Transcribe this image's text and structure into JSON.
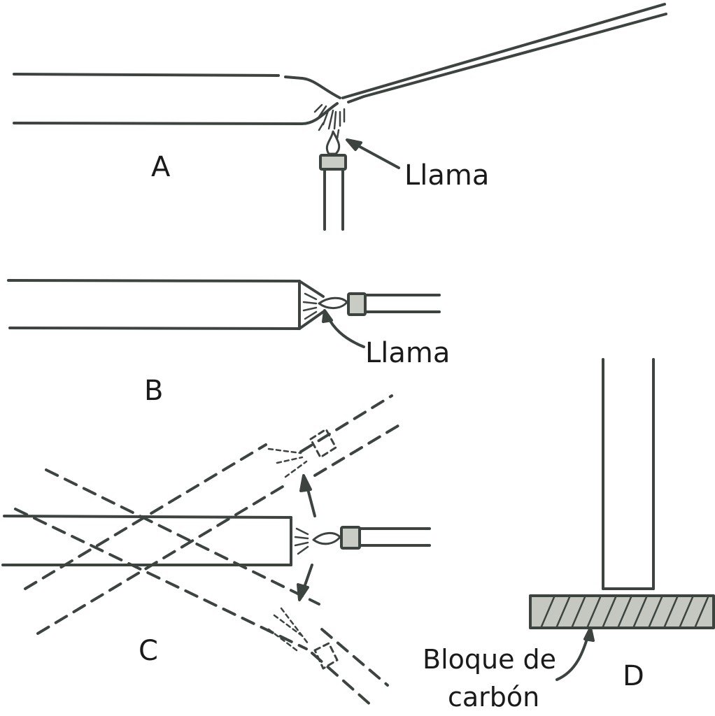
{
  "labels": {
    "a": "A",
    "b": "B",
    "c": "C",
    "d": "D",
    "flame_a": "Llama",
    "flame_b": "Llama",
    "carbon_line1": "Bloque de",
    "carbon_line2": "carbón"
  },
  "colors": {
    "stroke": "#3d4440",
    "burner_fill": "#c9ccc4",
    "block_fill": "#c4c8c0",
    "text": "#1a1a1a"
  }
}
